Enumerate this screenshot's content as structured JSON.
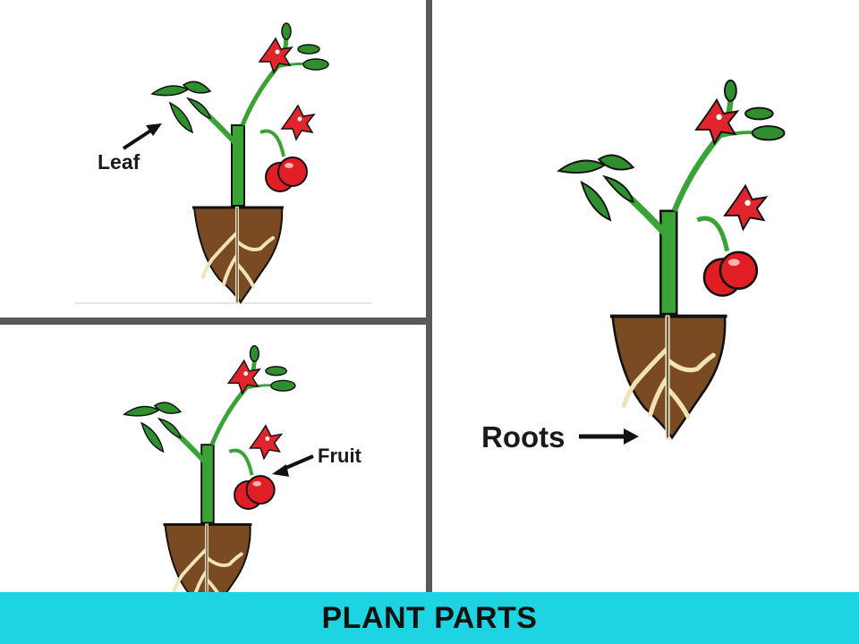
{
  "title": "PLANT PARTS",
  "panels": [
    {
      "id": "leaf",
      "label": "Leaf",
      "points_to": "leaf-arrow"
    },
    {
      "id": "fruit",
      "label": "Fruit",
      "points_to": "fruit-arrow"
    },
    {
      "id": "roots",
      "label": "Roots",
      "points_to": "roots-arrow"
    }
  ],
  "colors": {
    "banner": "#1ed4e2",
    "divider": "#595959",
    "stem": "#3aa335",
    "leaf": "#2f8f2e",
    "flower": "#e0262c",
    "fruit": "#e01e23",
    "soil": "#7a4a22",
    "root": "#f2e2b8"
  }
}
